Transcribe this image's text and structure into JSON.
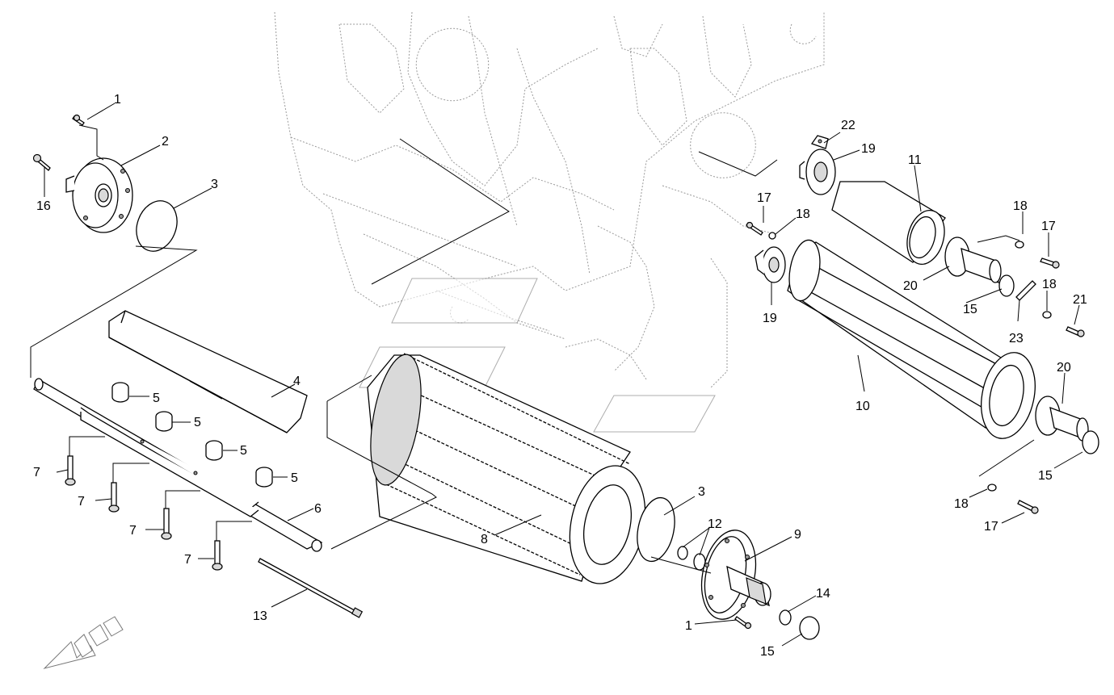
{
  "labels": [
    {
      "id": "c1a",
      "text": "1"
    },
    {
      "id": "c2",
      "text": "2"
    },
    {
      "id": "c3a",
      "text": "3"
    },
    {
      "id": "c16",
      "text": "16"
    },
    {
      "id": "c4",
      "text": "4"
    },
    {
      "id": "c5a",
      "text": "5"
    },
    {
      "id": "c5b",
      "text": "5"
    },
    {
      "id": "c5c",
      "text": "5"
    },
    {
      "id": "c5d",
      "text": "5"
    },
    {
      "id": "c6",
      "text": "6"
    },
    {
      "id": "c7a",
      "text": "7"
    },
    {
      "id": "c7b",
      "text": "7"
    },
    {
      "id": "c7c",
      "text": "7"
    },
    {
      "id": "c7d",
      "text": "7"
    },
    {
      "id": "c13",
      "text": "13"
    },
    {
      "id": "c8",
      "text": "8"
    },
    {
      "id": "c3b",
      "text": "3"
    },
    {
      "id": "c12",
      "text": "12"
    },
    {
      "id": "c9",
      "text": "9"
    },
    {
      "id": "c14",
      "text": "14"
    },
    {
      "id": "c1b",
      "text": "1"
    },
    {
      "id": "c15a",
      "text": "15"
    },
    {
      "id": "c22",
      "text": "22"
    },
    {
      "id": "c19a",
      "text": "19"
    },
    {
      "id": "c11",
      "text": "11"
    },
    {
      "id": "c17a",
      "text": "17"
    },
    {
      "id": "c18a",
      "text": "18"
    },
    {
      "id": "c18b",
      "text": "18"
    },
    {
      "id": "c17b",
      "text": "17"
    },
    {
      "id": "c20a",
      "text": "20"
    },
    {
      "id": "c15b",
      "text": "15"
    },
    {
      "id": "c18c",
      "text": "18"
    },
    {
      "id": "c21",
      "text": "21"
    },
    {
      "id": "c19b",
      "text": "19"
    },
    {
      "id": "c23",
      "text": "23"
    },
    {
      "id": "c10",
      "text": "10"
    },
    {
      "id": "c20b",
      "text": "20"
    },
    {
      "id": "c15c",
      "text": "15"
    },
    {
      "id": "c18d",
      "text": "18"
    },
    {
      "id": "c17c",
      "text": "17"
    }
  ],
  "colors": {
    "line": "#000000",
    "ghost": "#9a9a9a",
    "background": "#ffffff"
  }
}
